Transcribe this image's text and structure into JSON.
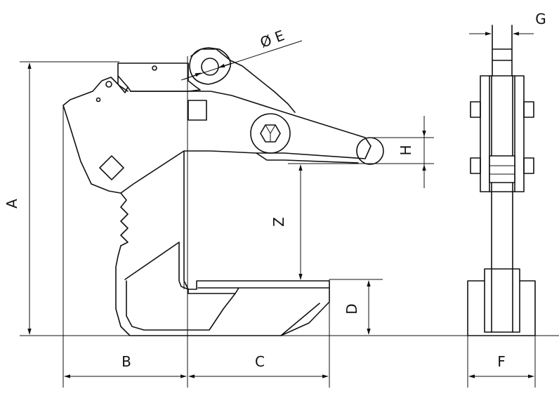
{
  "dimension_labels": {
    "A": "A",
    "B": "B",
    "C": "C",
    "D": "D",
    "E": "Ø E",
    "F": "F",
    "G": "G",
    "H": "H",
    "Z": "Z"
  }
}
